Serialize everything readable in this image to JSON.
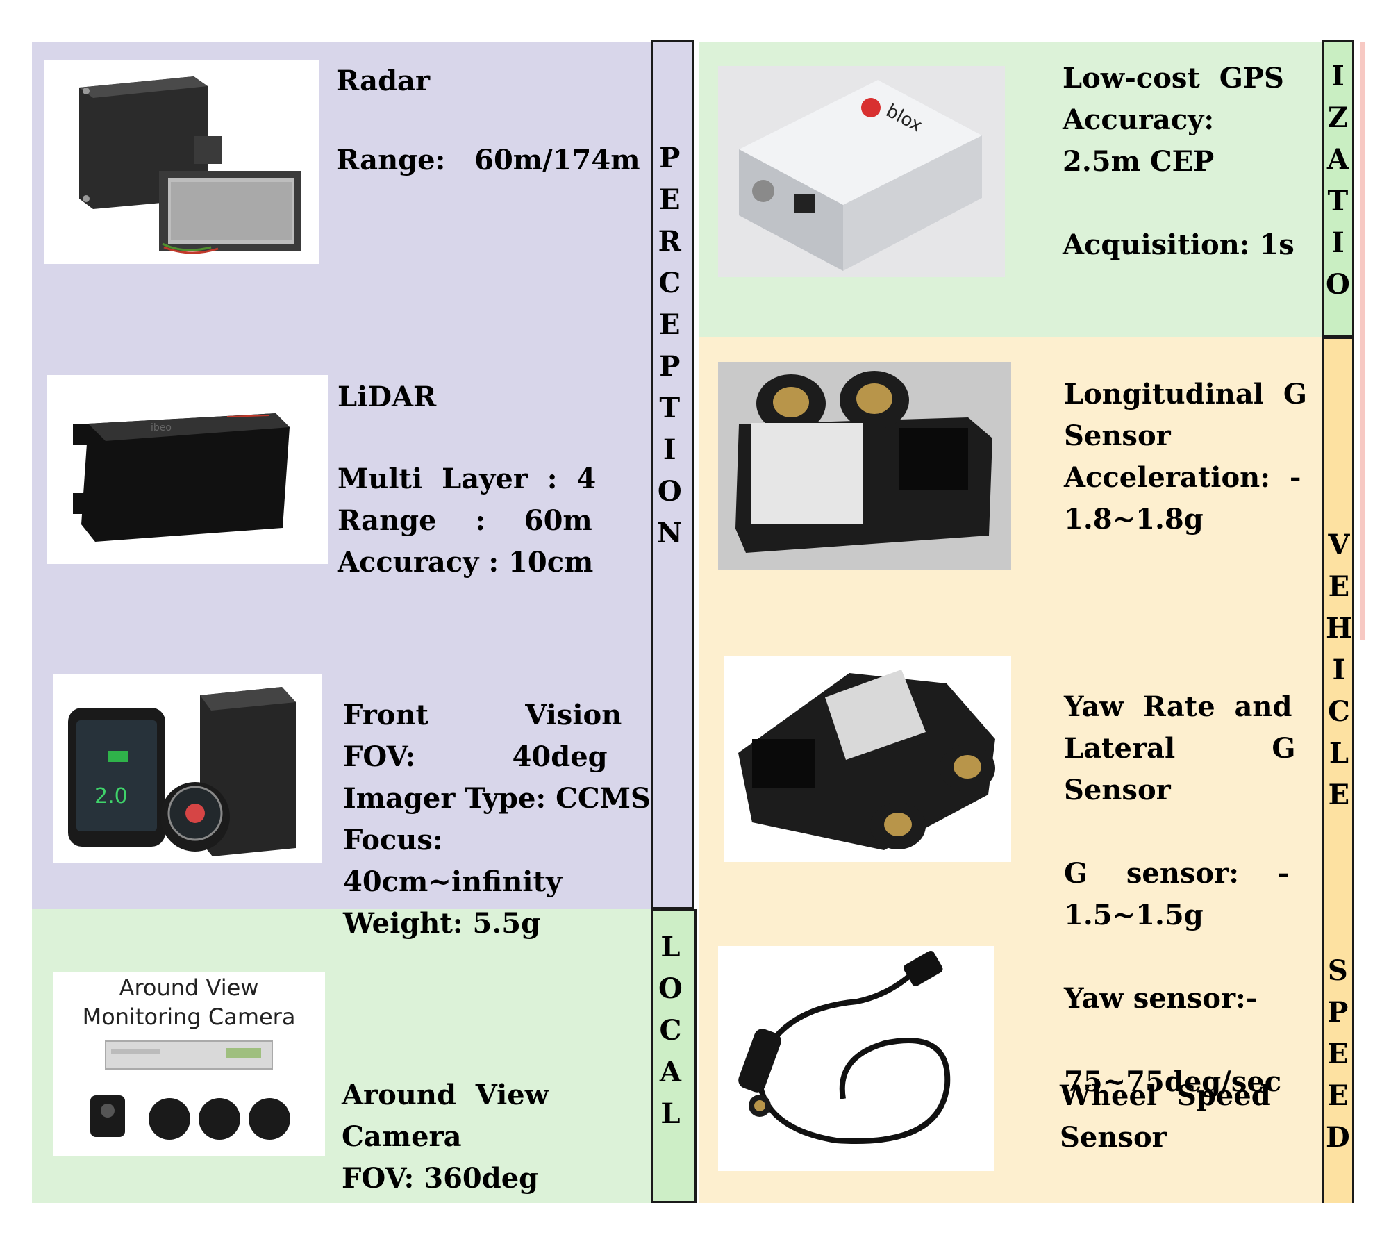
{
  "perception": {
    "bar_letters": [
      "P",
      "E",
      "R",
      "C",
      "E",
      "P",
      "T",
      "I",
      "O",
      "N"
    ],
    "radar": {
      "lines": [
        "Radar",
        "",
        "Range:   60m/174m"
      ]
    },
    "lidar": {
      "lines": [
        "LiDAR",
        "",
        "Multi  Layer  :  4",
        "Range    :    60m",
        "Accuracy : 10cm"
      ]
    },
    "front_vision": {
      "lines": [
        "Front          Vision",
        "FOV:          40deg",
        "Imager Type: CCMS",
        "Focus:",
        "40cm~infinity",
        "Weight: 5.5g"
      ]
    }
  },
  "local": {
    "bar_letters": [
      "L",
      "O",
      "C",
      "A",
      "L"
    ],
    "around_view": {
      "image_caption": [
        "Around View",
        "Monitoring Camera"
      ],
      "lines": [
        "Around  View",
        "Camera",
        "FOV: 360deg"
      ]
    }
  },
  "localization": {
    "bar_letters": [
      "I",
      "Z",
      "A",
      "T",
      "I",
      "O"
    ],
    "gps": {
      "lines": [
        "Low-cost  GPS",
        "Accuracy:",
        "2.5m CEP",
        "",
        "Acquisition: 1s"
      ],
      "brand": "blox"
    }
  },
  "vehicle": {
    "bar_letters_top": [
      "V",
      "E",
      "H",
      "I",
      "C",
      "L",
      "E"
    ],
    "bar_letters_bottom": [
      "S",
      "P",
      "E",
      "E",
      "D"
    ],
    "longitudinal_g": {
      "lines": [
        "Longitudinal  G",
        "Sensor",
        "Acceleration:  -",
        "1.8~1.8g"
      ]
    },
    "yaw_rate": {
      "lines": [
        "Yaw  Rate  and",
        "Lateral          G",
        "Sensor",
        "",
        "G    sensor:    -",
        "1.5~1.5g",
        "",
        "Yaw sensor:-",
        "",
        "75~75deg/sec"
      ]
    },
    "wheel_speed": {
      "lines": [
        "Wheel  Speed",
        "Sensor"
      ]
    }
  },
  "colors": {
    "perception": "#d8d6ea",
    "localization": "#dcf2d8",
    "vehicle": "#fdefcf",
    "vehicle_bar": "#fde1a1"
  }
}
